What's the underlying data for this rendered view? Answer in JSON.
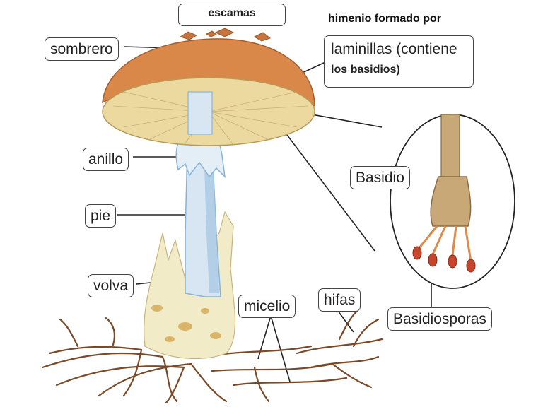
{
  "labels": {
    "escamas": "escamas",
    "himenio_title": "himenio formado por",
    "laminillas_line1": "laminillas (contiene",
    "laminillas_line2": "los basidios)",
    "sombrero": "sombrero",
    "anillo": "anillo",
    "pie": "pie",
    "volva": "volva",
    "micelio": "micelio",
    "hifas": "hifas",
    "basidio": "Basidio",
    "basidiosporas": "Basidiosporas"
  },
  "colors": {
    "cap_top": "#d9884a",
    "cap_gills": "#ecd9a0",
    "stem": "#d7e6f2",
    "stem_shadow": "#86b3d8",
    "volva": "#f2ebc8",
    "mycelium": "#7a4a28",
    "spores": "#c8452b",
    "basidium": "#c9a878"
  }
}
